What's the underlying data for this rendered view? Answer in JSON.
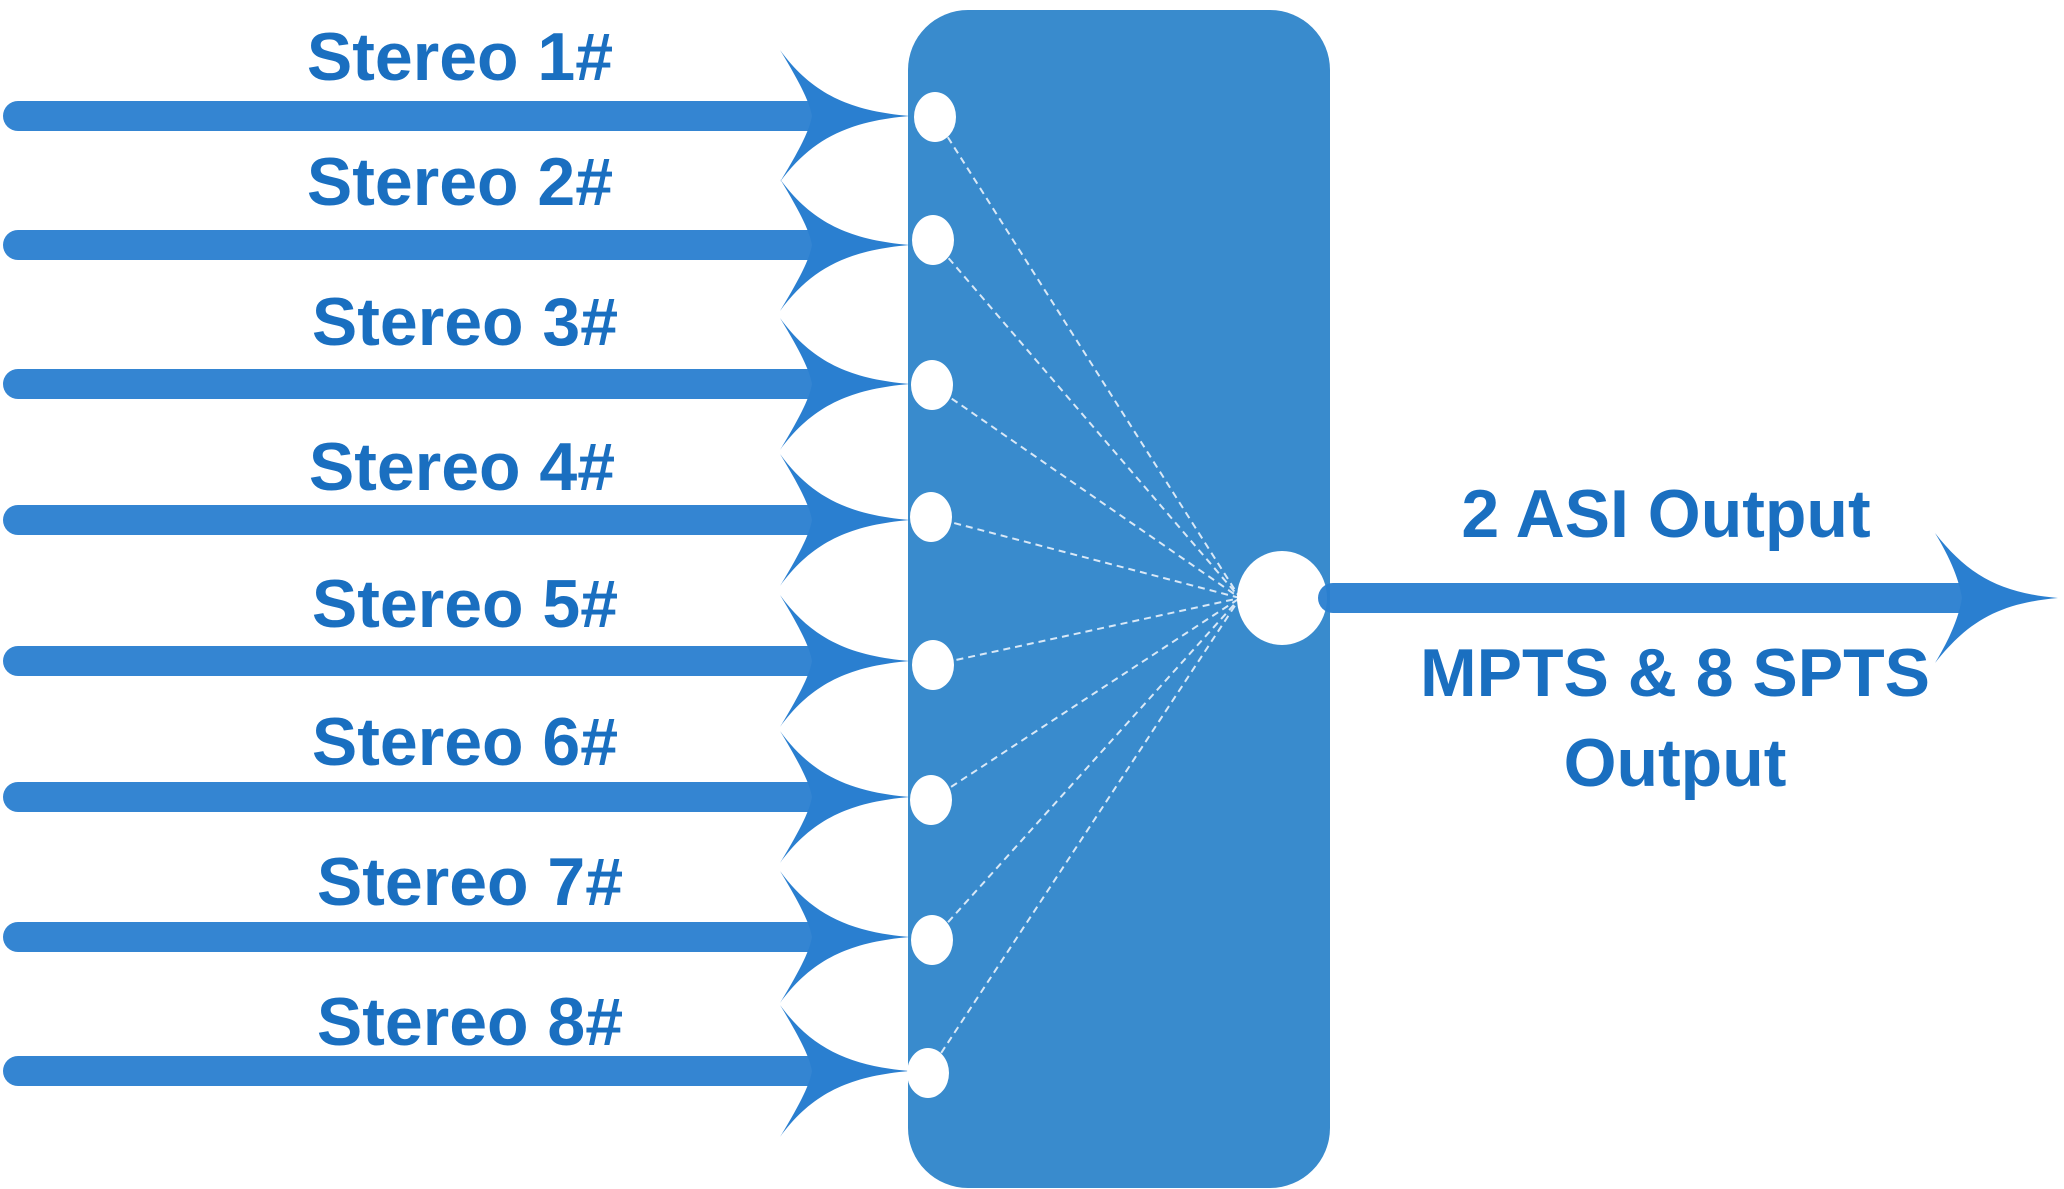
{
  "inputs": [
    {
      "label": "Stereo 1#"
    },
    {
      "label": "Stereo 2#"
    },
    {
      "label": "Stereo 3#"
    },
    {
      "label": "Stereo 4#"
    },
    {
      "label": "Stereo 5#"
    },
    {
      "label": "Stereo 6#"
    },
    {
      "label": "Stereo 7#"
    },
    {
      "label": "Stereo 8#"
    }
  ],
  "output": {
    "top_label": "2 ASI Output",
    "bottom_label_line1": "MPTS & 8 SPTS",
    "bottom_label_line2": "Output"
  },
  "colors": {
    "line": "#2a7fd0",
    "box": "#398bcd",
    "port": "#ffffff",
    "text": "#1a6fc0",
    "connector": "#d8e8f7"
  }
}
